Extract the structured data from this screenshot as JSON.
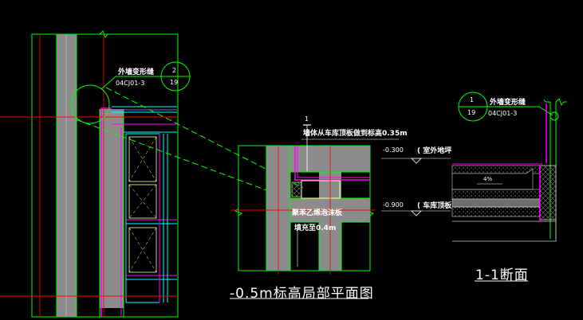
{
  "window": {
    "background": "#000000"
  },
  "left_detail": {
    "callout_title": "外墙变形缝",
    "callout_ref": "04CJ01-3",
    "bubble_num": "2",
    "bubble_sheet": "19"
  },
  "middle_detail": {
    "index_mark": "1",
    "note_top": "墙体从车库顶板做到标高0.35m",
    "note_fill_line1": "聚苯乙烯泡沫板",
    "note_fill_line2": "填充至0.4m",
    "title": "-0.5m标高局部平面图"
  },
  "right_detail": {
    "bubble_num": "1",
    "bubble_sheet": "19",
    "callout_title": "外墙变形缝",
    "callout_ref": "04CJ01-3",
    "elev_1_value": "-0.300",
    "elev_1_label": "( 室外地坪",
    "elev_2_value": "-0.900",
    "elev_2_label": "( 车库顶板",
    "slope_label": "4%",
    "title": "1-1断面"
  },
  "colors": {
    "green": "#00ff00",
    "magenta": "#ff00ff",
    "red": "#ff0000",
    "cyan": "#00ffff",
    "yellow": "#ffff99",
    "gray_fill": "#8c8c8c",
    "white": "#ffffff"
  }
}
